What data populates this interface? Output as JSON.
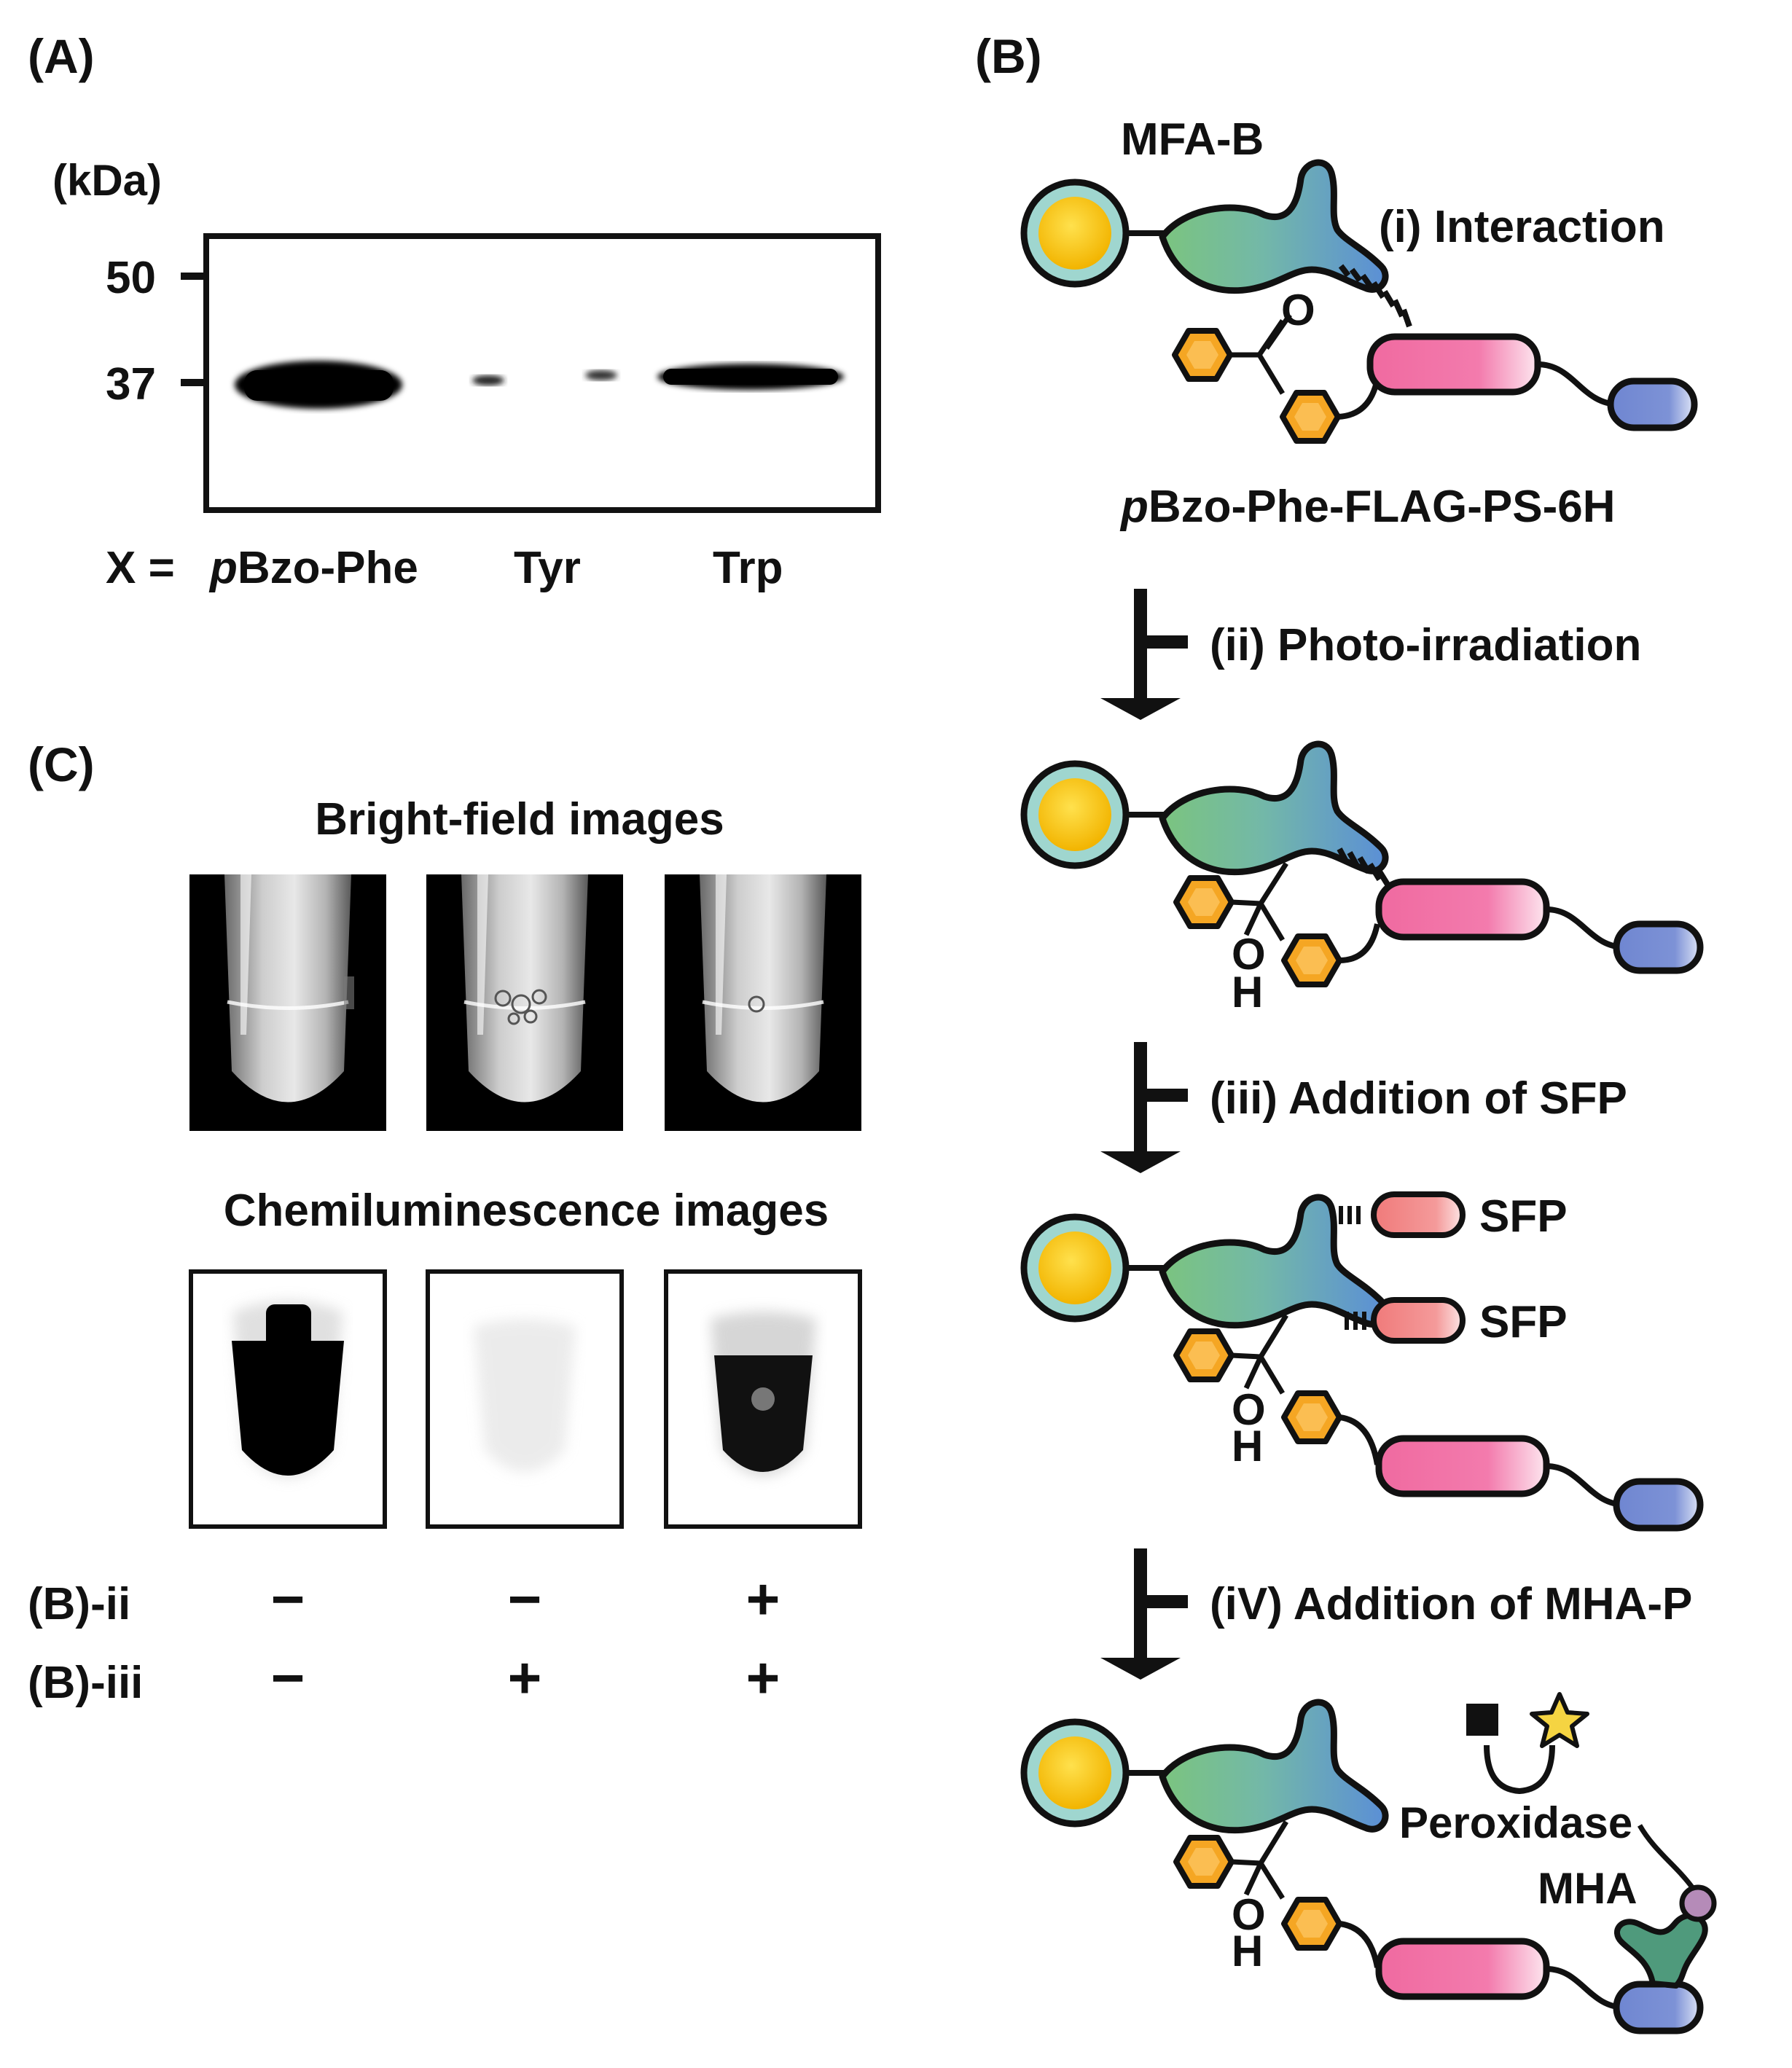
{
  "panel_a": {
    "label": "(A)",
    "unit": "(kDa)",
    "markers": [
      "50",
      "37"
    ],
    "lane_prefix": "X =",
    "lane_first_italic": "p",
    "lane_first_rest": "Bzo-Phe",
    "lanes": [
      "Tyr",
      "Trp"
    ]
  },
  "panel_b": {
    "label": "(B)",
    "mfa_label": "MFA-B",
    "step1": "(i) Interaction",
    "probe_italic": "p",
    "probe_rest": "Bzo-Phe-FLAG-PS-6H",
    "step2": "(ii) Photo-irradiation",
    "step3": "(iii) Addition of SFP",
    "step4": "(iV) Addition of MHA-P",
    "sfp_label": "SFP",
    "peroxidase_label": "Peroxidase",
    "mha_label": "MHA",
    "carbonyl_o": "O",
    "hydroxyl_o": "O",
    "hydroxyl_h": "H"
  },
  "panel_c": {
    "label": "(C)",
    "bright_title": "Bright-field images",
    "chemi_title": "Chemiluminescence images",
    "row1_label": "(B)-ii",
    "row2_label": "(B)-iii",
    "row1_signs": [
      "−",
      "−",
      "+"
    ],
    "row2_signs": [
      "−",
      "+",
      "+"
    ]
  },
  "colors": {
    "bead_outer": "#9fd6cf",
    "bead_inner": "#f7c300",
    "antibody_left": "#7bc47f",
    "antibody_right": "#5b8fd6",
    "phenyl": "#f5a623",
    "protein": "#f06aa0",
    "his_tag": "#6f86d1",
    "sfp": "#f07a7a",
    "star": "#f5d442",
    "mha_green": "#4f9a7c",
    "mha_purple": "#b58bb8"
  }
}
